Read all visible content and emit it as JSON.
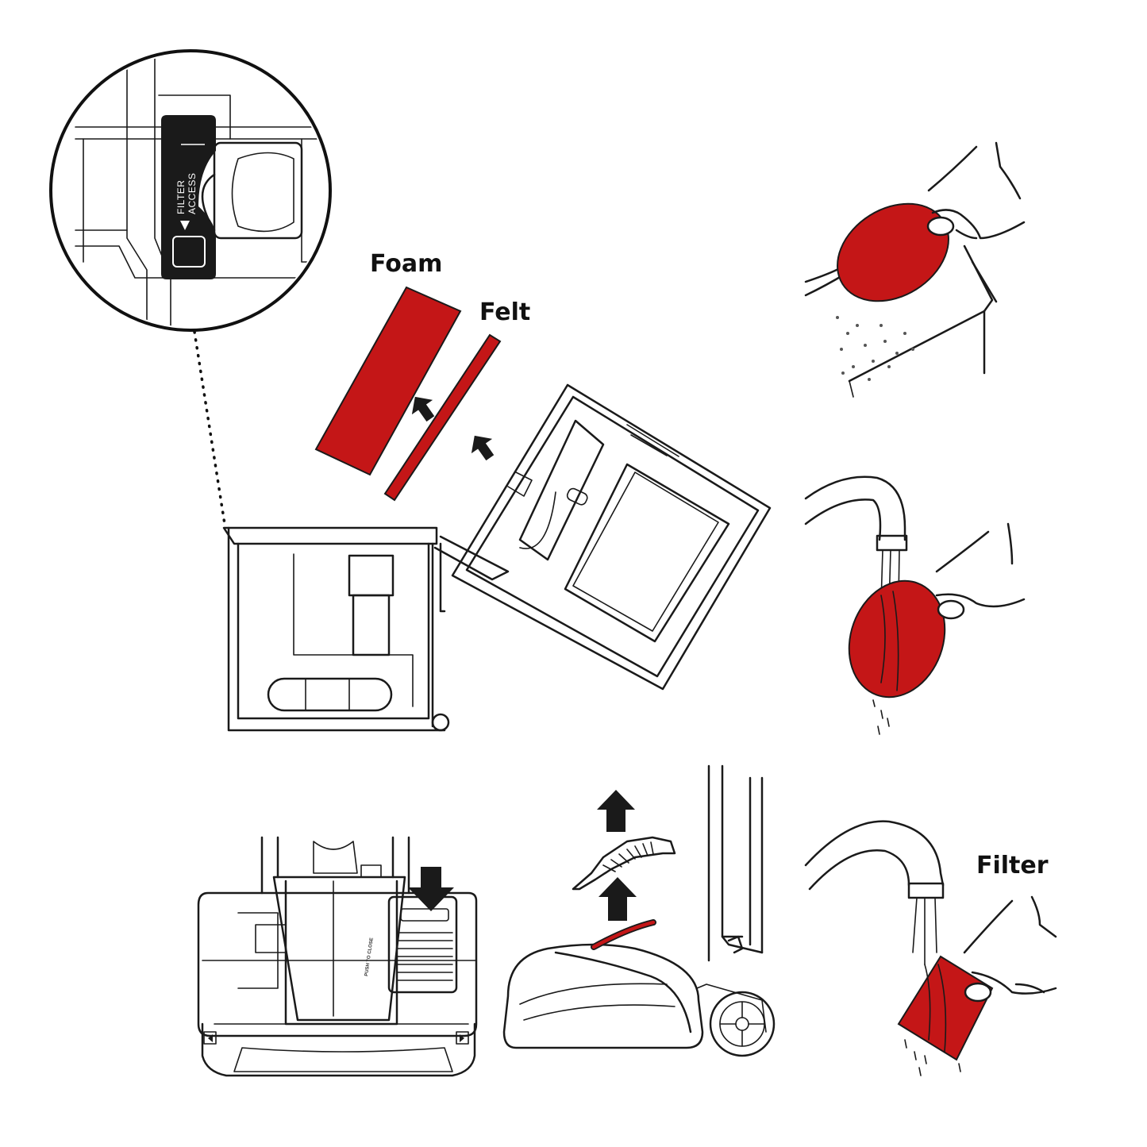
{
  "labels": {
    "foam": "Foam",
    "felt": "Felt",
    "filter": "Filter"
  },
  "inset": {
    "access_line1": "FILTER",
    "access_line2": "ACCESS"
  },
  "base_button_text": "PUSH TO CLOSE",
  "colors": {
    "filter_red": "#c41617",
    "line": "#1a1a1a",
    "background": "#ffffff"
  }
}
